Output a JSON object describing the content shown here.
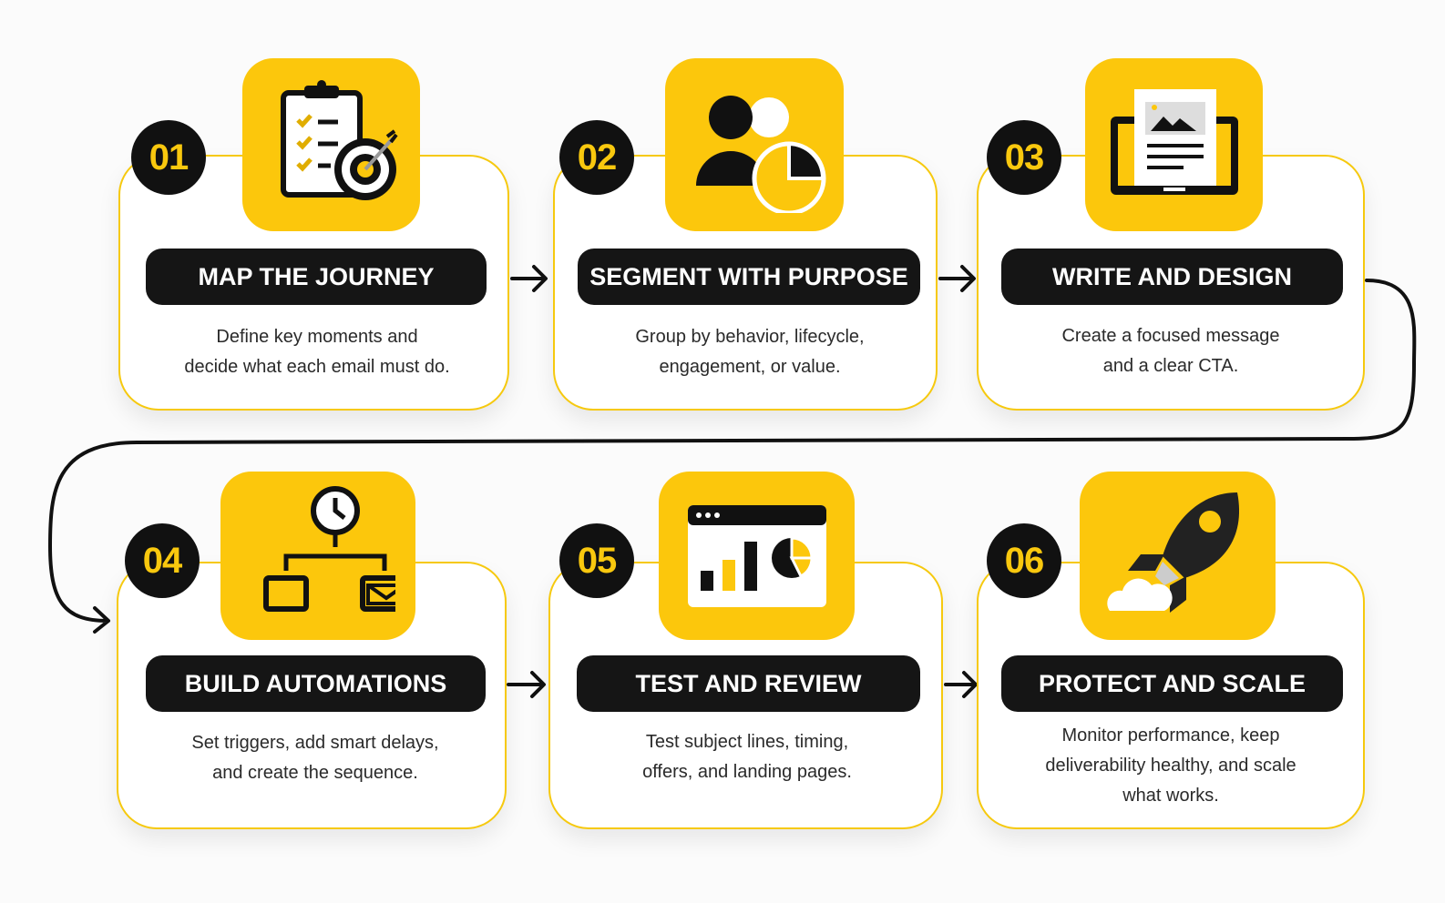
{
  "accent": "#fcc70c",
  "steps": [
    {
      "number": "01",
      "title": "MAP THE JOURNEY",
      "desc": [
        "Define key moments and",
        "decide what each email must do."
      ],
      "icon": "clipboard-target-icon"
    },
    {
      "number": "02",
      "title": "SEGMENT WITH PURPOSE",
      "desc": [
        "Group by behavior, lifecycle,",
        "engagement, or value."
      ],
      "icon": "audience-pie-icon"
    },
    {
      "number": "03",
      "title": "WRITE AND DESIGN",
      "desc": [
        "Create a focused message",
        "and a clear CTA."
      ],
      "icon": "email-layout-icon"
    },
    {
      "number": "04",
      "title": "BUILD AUTOMATIONS",
      "desc": [
        "Set triggers, add smart delays,",
        "and create the sequence."
      ],
      "icon": "workflow-clock-icon"
    },
    {
      "number": "05",
      "title": "TEST AND REVIEW",
      "desc": [
        "Test subject lines, timing,",
        "offers, and landing pages."
      ],
      "icon": "analytics-dashboard-icon"
    },
    {
      "number": "06",
      "title": "PROTECT AND SCALE",
      "desc": [
        "Monitor performance, keep",
        "deliverability healthy, and scale",
        "what works."
      ],
      "icon": "rocket-icon"
    }
  ]
}
